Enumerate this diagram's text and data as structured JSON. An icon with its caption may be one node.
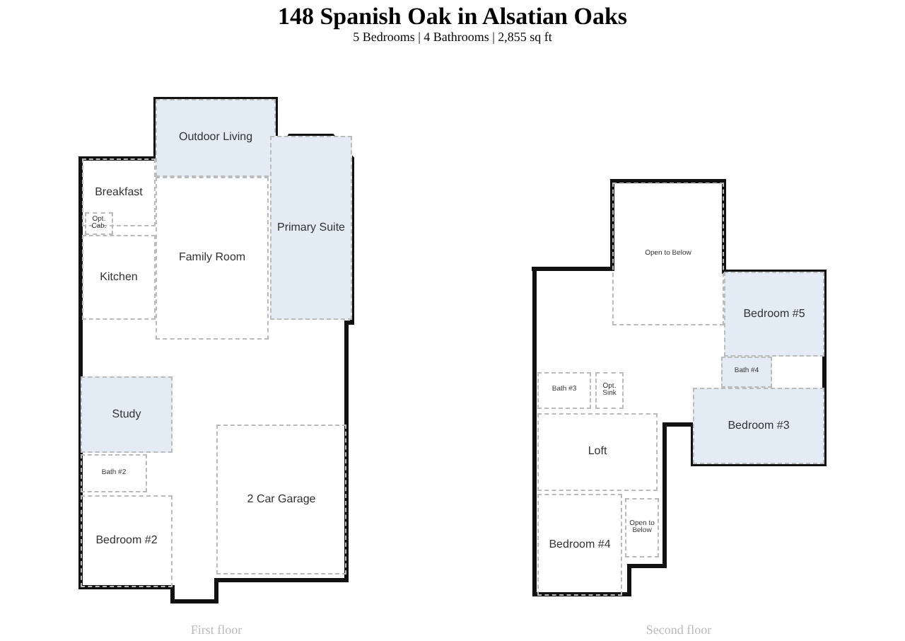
{
  "diagram": {
    "title": "148 Spanish Oak in Alsatian Oaks",
    "caption": "5 Bedrooms | 4 Bathrooms | 2,855 sq ft",
    "nodes": [
      {
        "text": [
          "First floor"
        ]
      },
      {
        "text": [
          "Outdoor Living"
        ],
        "in": 0
      },
      {
        "text": [
          "Breakfast"
        ],
        "in": 0
      },
      {
        "text": [
          "Opt. Cab."
        ],
        "in": 0
      },
      {
        "text": [
          "Kitchen"
        ],
        "in": 0
      },
      {
        "text": [
          "Family Room"
        ],
        "in": 0
      },
      {
        "text": [
          "Primary Suite"
        ],
        "in": 0
      },
      {
        "text": [
          "Study"
        ],
        "in": 0
      },
      {
        "text": [
          "Bath #2"
        ],
        "in": 0
      },
      {
        "text": [
          "2 Car Garage"
        ],
        "in": 0
      },
      {
        "text": [
          "Bedroom #2"
        ],
        "in": 0
      },
      {
        "text": [
          "Second floor"
        ]
      },
      {
        "text": [
          "Open to Below"
        ],
        "in": 11
      },
      {
        "text": [
          "Bedroom #5"
        ],
        "in": 11
      },
      {
        "text": [
          "Bath #3"
        ],
        "in": 11
      },
      {
        "text": [
          "Opt. Sink"
        ],
        "in": 11
      },
      {
        "text": [
          "Bath #4"
        ],
        "in": 11
      },
      {
        "text": [
          "Bedroom #3"
        ],
        "in": 11
      },
      {
        "text": [
          "Loft"
        ],
        "in": 11
      },
      {
        "text": [
          "Bedroom #4"
        ],
        "in": 11
      },
      {
        "text": [
          "Open to Below"
        ],
        "in": 11
      }
    ]
  }
}
